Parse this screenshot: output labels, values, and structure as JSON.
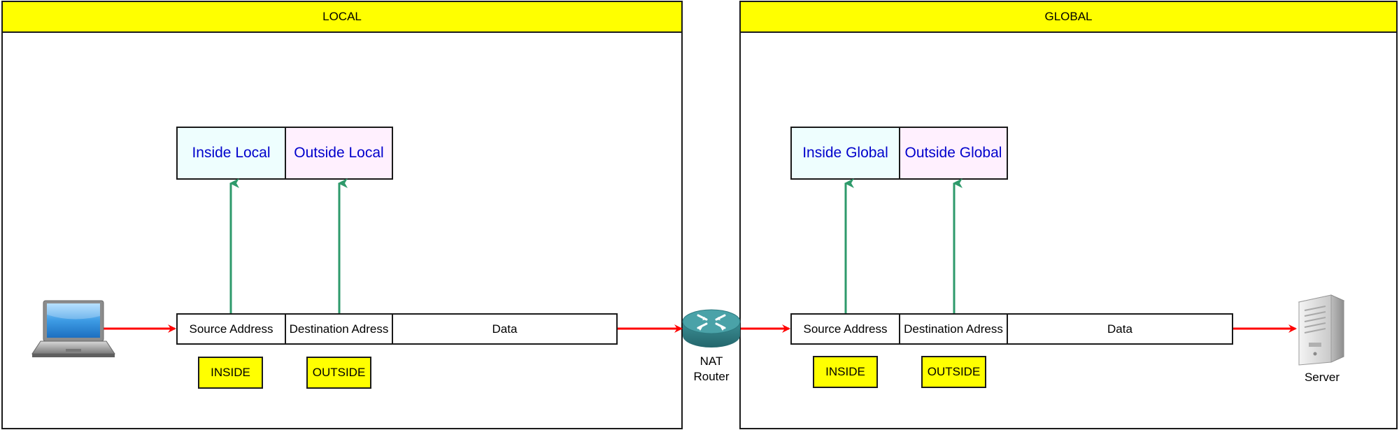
{
  "local_panel": {
    "title": "LOCAL",
    "inside_local": "Inside Local",
    "outside_local": "Outside Local",
    "packet": {
      "source": "Source Address",
      "destination": "Destination Adress",
      "data": "Data"
    },
    "inside_tag": "INSIDE",
    "outside_tag": "OUTSIDE"
  },
  "global_panel": {
    "title": "GLOBAL",
    "inside_global": "Inside Global",
    "outside_global": "Outside Global",
    "packet": {
      "source": "Source Address",
      "destination": "Destination Adress",
      "data": "Data"
    },
    "inside_tag": "INSIDE",
    "outside_tag": "OUTSIDE"
  },
  "router": {
    "label_line1": "NAT",
    "label_line2": "Router",
    "icon": "router-icon"
  },
  "laptop": {
    "icon": "laptop-icon"
  },
  "server": {
    "label": "Server",
    "icon": "server-icon"
  },
  "colors": {
    "header": "#ffff00",
    "packet_flow_arrow": "#ff0000",
    "mapping_arrow": "#2e9a6b",
    "address_text": "#0000cc",
    "inside_fill": "#eefefe",
    "outside_fill": "#fff0fe"
  }
}
